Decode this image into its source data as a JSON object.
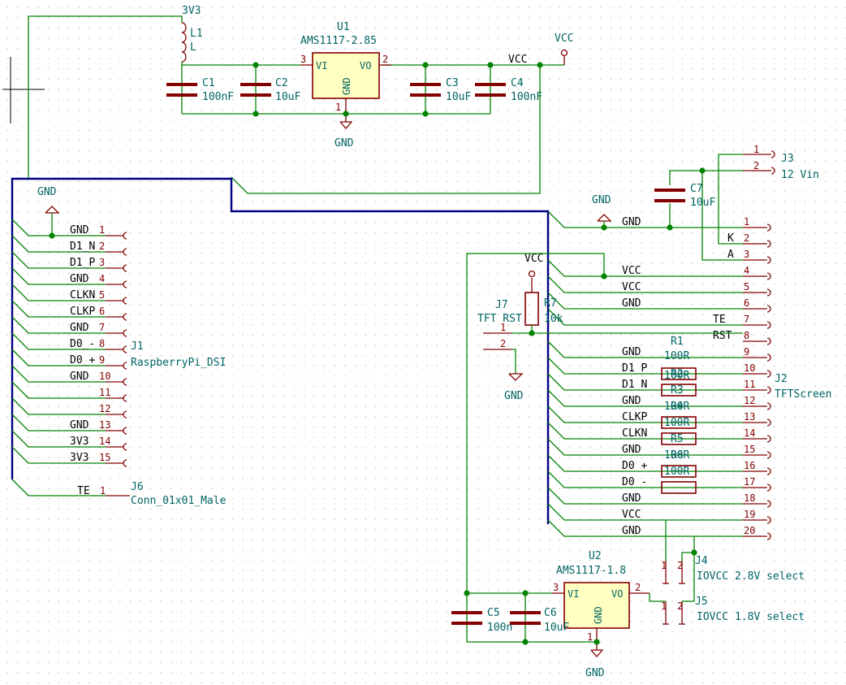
{
  "regulator_u1": {
    "ref": "U1",
    "value": "AMS1117-2.85",
    "pin_vi": "VI",
    "pin_vo": "VO",
    "pin_gnd": "GND",
    "pin_in": "3",
    "pin_out": "2",
    "pin_g": "1"
  },
  "regulator_u2": {
    "ref": "U2",
    "value": "AMS1117-1.8",
    "pin_vi": "VI",
    "pin_vo": "VO",
    "pin_gnd": "GND",
    "pin_in": "3",
    "pin_out": "2",
    "pin_g": "1"
  },
  "inductor_l1": {
    "ref": "L1",
    "value": "L"
  },
  "capacitors": {
    "c1": {
      "ref": "C1",
      "value": "100nF"
    },
    "c2": {
      "ref": "C2",
      "value": "10uF"
    },
    "c3": {
      "ref": "C3",
      "value": "10uF"
    },
    "c4": {
      "ref": "C4",
      "value": "100nF"
    },
    "c5": {
      "ref": "C5",
      "value": "100n"
    },
    "c6": {
      "ref": "C6",
      "value": "10uF"
    },
    "c7": {
      "ref": "C7",
      "value": "10uF"
    }
  },
  "resistors": {
    "r1": {
      "ref": "R1",
      "value": "100R"
    },
    "r2": {
      "ref": "R2",
      "value": "100R"
    },
    "r3": {
      "ref": "R3",
      "value": "100R"
    },
    "r4": {
      "ref": "R4",
      "value": "100R"
    },
    "r5": {
      "ref": "R5",
      "value": "100R"
    },
    "r6": {
      "ref": "R6",
      "value": "100R"
    },
    "r7": {
      "ref": "R7",
      "value": "10k"
    }
  },
  "power": {
    "v3v3": "3V3",
    "vcc": "VCC",
    "gnd": "GND",
    "vcc_net": "VCC"
  },
  "connector_j1": {
    "ref": "J1",
    "value": "RaspberryPi_DSI",
    "labels": [
      "GND",
      "D1_N",
      "D1_P",
      "GND",
      "CLKN",
      "CLKP",
      "GND",
      "D0_-",
      "D0_+",
      "GND",
      "",
      "",
      "GND",
      "3V3",
      "3V3"
    ],
    "pins": [
      "1",
      "2",
      "3",
      "4",
      "5",
      "6",
      "7",
      "8",
      "9",
      "10",
      "11",
      "12",
      "13",
      "14",
      "15"
    ]
  },
  "connector_j6": {
    "ref": "J6",
    "value": "Conn_01x01_Male",
    "label": "TE",
    "pin": "1"
  },
  "connector_j7": {
    "ref": "J7",
    "value": "TFT RST",
    "pins": [
      "1",
      "2"
    ]
  },
  "connector_j3": {
    "ref": "J3",
    "value": "12 Vin",
    "pins": [
      "1",
      "2"
    ]
  },
  "connector_j2": {
    "ref": "J2",
    "value": "TFTScreen",
    "labels": [
      "GND",
      "K",
      "A",
      "VCC",
      "VCC",
      "GND",
      "TE",
      "RST",
      "GND",
      "D1_P",
      "D1_N",
      "GND",
      "CLKP",
      "CLKN",
      "GND",
      "D0_+",
      "D0_-",
      "GND",
      "VCC",
      "GND"
    ],
    "pins": [
      "1",
      "2",
      "3",
      "4",
      "5",
      "6",
      "7",
      "8",
      "9",
      "10",
      "11",
      "12",
      "13",
      "14",
      "15",
      "16",
      "17",
      "18",
      "19",
      "20"
    ]
  },
  "jumpers": {
    "j4": {
      "ref": "J4",
      "value": "IOVCC 2.8V select",
      "pins": [
        "1",
        "2"
      ]
    },
    "j5": {
      "ref": "J5",
      "value": "IOVCC 1.8V select",
      "pins": [
        "1",
        "2"
      ]
    }
  }
}
